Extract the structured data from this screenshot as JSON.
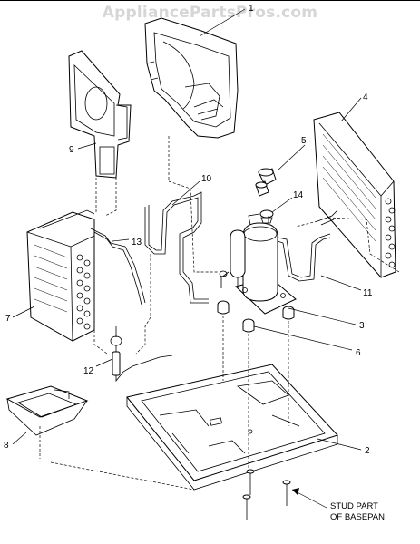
{
  "watermark": "AppliancePartsPros.com",
  "callouts": [
    "1",
    "4",
    "5",
    "14",
    "10",
    "9",
    "13",
    "7",
    "12",
    "11",
    "3",
    "6",
    "2",
    "8"
  ],
  "stud_note": {
    "line1": "STUD PART",
    "line2": "OF BASEPAN"
  }
}
